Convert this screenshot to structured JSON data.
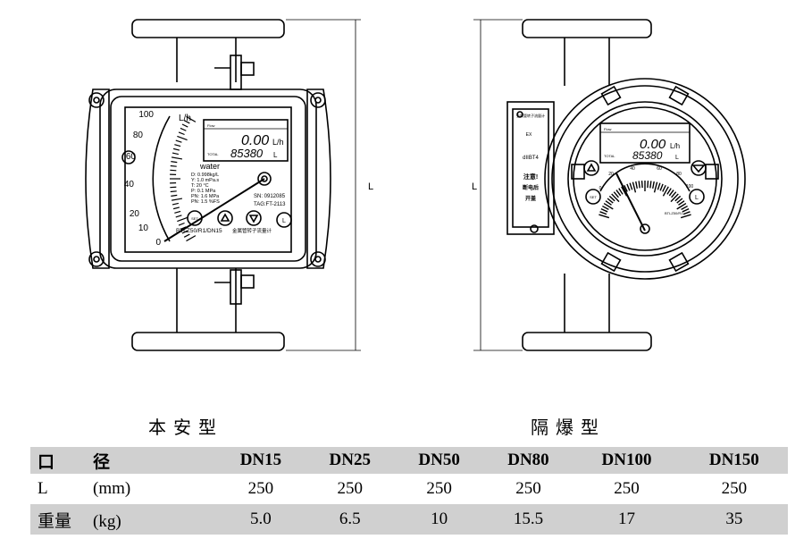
{
  "front_view": {
    "scale_unit": "L/h",
    "scale_ticks": [
      "100",
      "80",
      "60",
      "40",
      "20",
      "10",
      "0"
    ],
    "lcd_flow": "0.00",
    "lcd_flow_unit": "L/h",
    "lcd_total": "85380",
    "lcd_total_unit": "L",
    "lcd_flow_tag": "Flow",
    "lcd_total_tag": "TOTAL",
    "medium": "water",
    "params": [
      "D: 0.998kg/L",
      "Y: 1.0   mPa.s",
      "T:  20    °C",
      "P:  0.1    MPa",
      "PN: 1.6   MPa",
      "PN: 1.5   %FS"
    ],
    "serial": "SN: 0912085",
    "tag": "TAG:FT-2113",
    "model": "BTLZ50/R1/DN15",
    "maker": "金属管转子流量计",
    "btn_set": "SET",
    "btn_left": "L"
  },
  "side_view": {
    "plate_title": "金属管转子流量计",
    "plate_cert": "EX",
    "plate_mark": "dIIBT4",
    "plate_warning": [
      "注意!",
      "断电后",
      "开盖"
    ],
    "lcd_flow": "0.00",
    "lcd_flow_unit": "L/h",
    "lcd_total": "85380",
    "lcd_total_unit": "L",
    "lcd_flow_tag": "Flow",
    "lcd_total_tag": "TOTAL",
    "scale_ticks": [
      "0",
      "20",
      "40",
      "60",
      "80",
      "100"
    ],
    "model_small": "BTLZ50/R1",
    "btn_set": "SET",
    "btn_left": "L"
  },
  "dimension_label": "L",
  "captions": {
    "left": "本安型",
    "right": "隔爆型"
  },
  "spec_table": {
    "header_label": "口",
    "header_label2": "径",
    "sizes": [
      "DN15",
      "DN25",
      "DN50",
      "DN80",
      "DN100",
      "DN150"
    ],
    "rows": [
      {
        "label": "L",
        "unit": "(mm)",
        "values": [
          "250",
          "250",
          "250",
          "250",
          "250",
          "250"
        ]
      },
      {
        "label": "重量",
        "unit": "(kg)",
        "values": [
          "5.0",
          "6.5",
          "10",
          "15.5",
          "17",
          "35"
        ]
      }
    ]
  }
}
